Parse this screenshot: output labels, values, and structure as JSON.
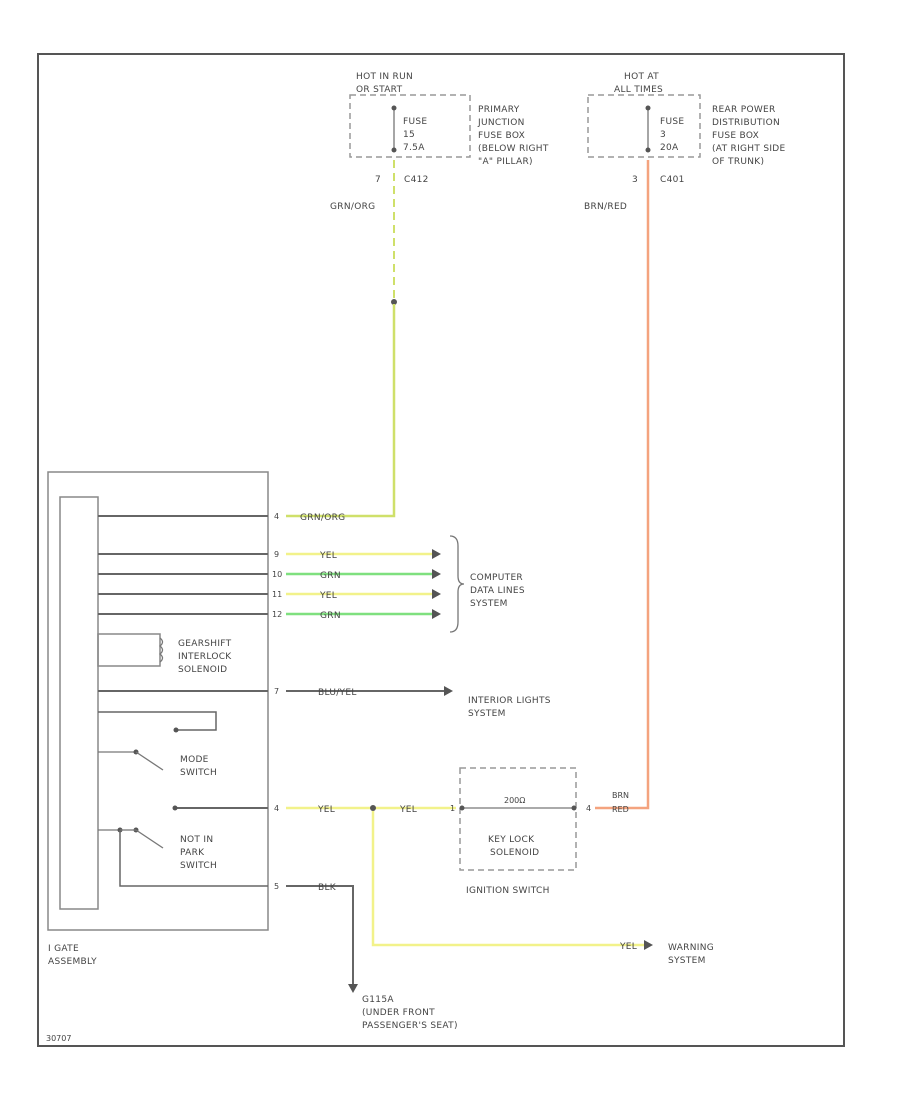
{
  "fuse_left": {
    "header_line1": "HOT IN RUN",
    "header_line2": "OR START",
    "fuse_line1": "FUSE",
    "fuse_line2": "15",
    "fuse_line3": "7.5A",
    "location_line1": "PRIMARY",
    "location_line2": "JUNCTION",
    "location_line3": "FUSE BOX",
    "location_line4": "(BELOW RIGHT",
    "location_line5": "\"A\" PILLAR)",
    "pin": "7",
    "connector": "C412",
    "wire": "GRN/ORG"
  },
  "fuse_right": {
    "header_line1": "HOT AT",
    "header_line2": "ALL TIMES",
    "fuse_line1": "FUSE",
    "fuse_line2": "3",
    "fuse_line3": "20A",
    "location_line1": "REAR POWER",
    "location_line2": "DISTRIBUTION",
    "location_line3": "FUSE BOX",
    "location_line4": "(AT RIGHT SIDE",
    "location_line5": "OF TRUNK)",
    "pin": "3",
    "connector": "C401",
    "wire": "BRN/RED"
  },
  "module": {
    "name_line1": "I GATE",
    "name_line2": "ASSEMBLY",
    "pins": {
      "power": "4",
      "d1": "9",
      "d2": "10",
      "d3": "11",
      "d4": "12",
      "interior": "7",
      "park": "4",
      "ground": "5"
    },
    "solenoid_line1": "GEARSHIFT",
    "solenoid_line2": "INTERLOCK",
    "solenoid_line3": "SOLENOID",
    "mode_line1": "MODE",
    "mode_line2": "SWITCH",
    "park_line1": "NOT IN",
    "park_line2": "PARK",
    "park_line3": "SWITCH"
  },
  "wires": {
    "power_in": "GRN/ORG",
    "data1": "YEL",
    "data2": "GRN",
    "data3": "YEL",
    "data4": "GRN",
    "interior": "BLU/YEL",
    "park_out": "YEL",
    "park_out2": "YEL",
    "ground": "BLK",
    "warning": "YEL",
    "brn": "BRN",
    "red": "RED"
  },
  "data_lines": {
    "line1": "COMPUTER",
    "line2": "DATA LINES",
    "line3": "SYSTEM"
  },
  "interior_lights": {
    "line1": "INTERIOR LIGHTS",
    "line2": "SYSTEM"
  },
  "ignition": {
    "pin_left": "1",
    "pin_right": "4",
    "resistor": "200Ω",
    "solenoid_line1": "KEY LOCK",
    "solenoid_line2": "SOLENOID",
    "name": "IGNITION SWITCH"
  },
  "warning": {
    "line1": "WARNING",
    "line2": "SYSTEM"
  },
  "ground": {
    "line1": "G115A",
    "line2": "(UNDER FRONT",
    "line3": "PASSENGER'S SEAT)"
  },
  "footer": {
    "code": "30707"
  },
  "colors": {
    "yellow": "#f2f28a",
    "green": "#7fe07f",
    "yellow_green": "#cfe06a",
    "orange": "#f4a37e",
    "gray": "#666666"
  }
}
